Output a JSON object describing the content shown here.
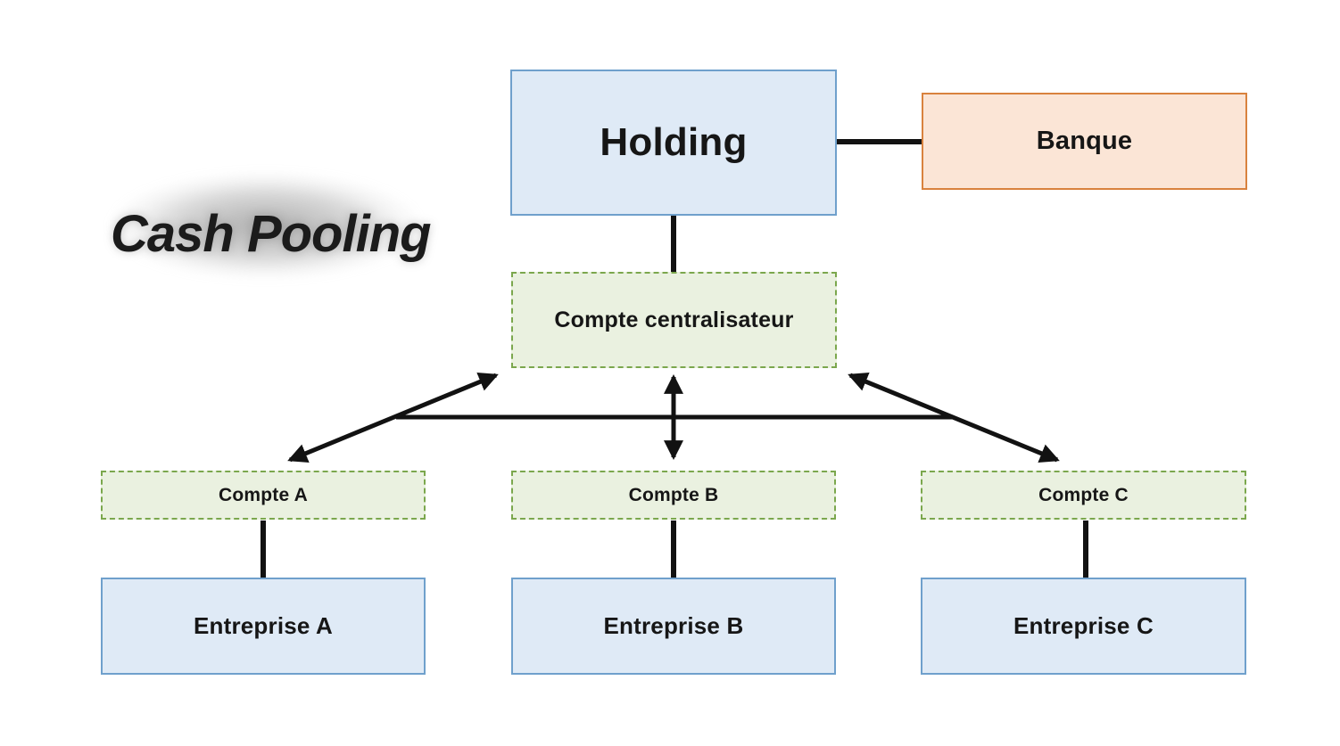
{
  "title": "Cash Pooling",
  "nodes": {
    "holding": {
      "label": "Holding",
      "kind": "entity-blue"
    },
    "banque": {
      "label": "Banque",
      "kind": "bank-orange"
    },
    "compte_centralisateur": {
      "label": "Compte centralisateur",
      "kind": "account-green-dashed"
    },
    "compte_a": {
      "label": "Compte A",
      "kind": "account-green-dashed"
    },
    "compte_b": {
      "label": "Compte B",
      "kind": "account-green-dashed"
    },
    "compte_c": {
      "label": "Compte C",
      "kind": "account-green-dashed"
    },
    "entreprise_a": {
      "label": "Entreprise A",
      "kind": "entity-blue"
    },
    "entreprise_b": {
      "label": "Entreprise B",
      "kind": "entity-blue"
    },
    "entreprise_c": {
      "label": "Entreprise C",
      "kind": "entity-blue"
    }
  },
  "edges": [
    {
      "from": "holding",
      "to": "banque",
      "style": "plain-line"
    },
    {
      "from": "holding",
      "to": "compte_centralisateur",
      "style": "plain-line"
    },
    {
      "from": "compte_centralisateur",
      "to": "compte_a",
      "style": "double-arrow"
    },
    {
      "from": "compte_centralisateur",
      "to": "compte_b",
      "style": "double-arrow"
    },
    {
      "from": "compte_centralisateur",
      "to": "compte_c",
      "style": "double-arrow"
    },
    {
      "from": "compte_a",
      "to": "compte_c",
      "style": "bus-line"
    },
    {
      "from": "compte_a",
      "to": "entreprise_a",
      "style": "plain-line"
    },
    {
      "from": "compte_b",
      "to": "entreprise_b",
      "style": "plain-line"
    },
    {
      "from": "compte_c",
      "to": "entreprise_c",
      "style": "plain-line"
    }
  ],
  "colors": {
    "blue_fill": "#dfeaf6",
    "blue_border": "#6fa0cc",
    "green_fill": "#eaf1e0",
    "green_border": "#7ba74d",
    "orange_fill": "#fbe5d6",
    "orange_border": "#d9823e",
    "line": "#121212",
    "background": "#ffffff"
  }
}
